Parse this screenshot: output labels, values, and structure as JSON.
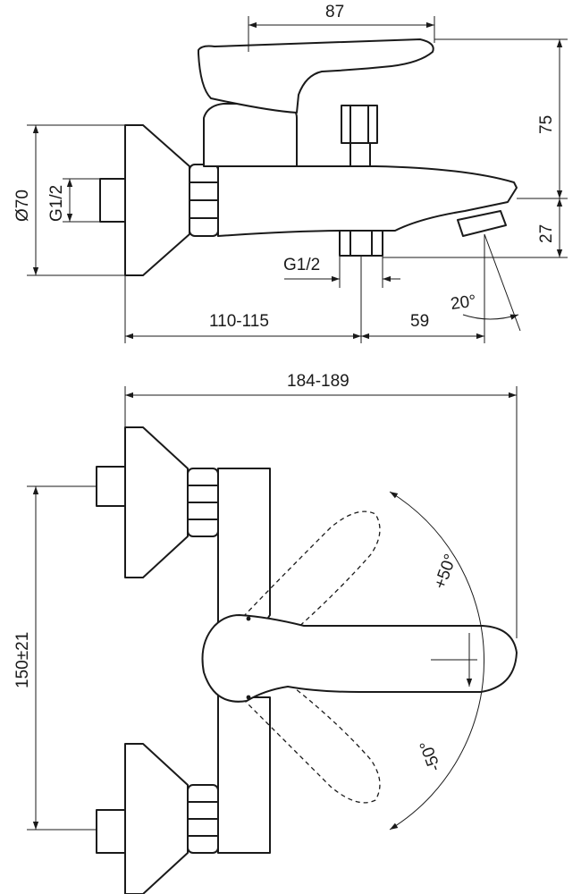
{
  "side_view": {
    "dim_lever_width": "87",
    "dim_height_lever": "75",
    "dim_outlet_drop": "27",
    "dim_diameter": "Ø70",
    "dim_inlet_thread": "G1/2",
    "dim_outlet_thread": "G1/2",
    "dim_wall_to_outlet": "110-115",
    "dim_outlet_to_tip": "59",
    "dim_angle": "20°"
  },
  "top_view": {
    "dim_total_length": "184-189",
    "dim_centers": "150±21",
    "dim_rotate_plus": "+50°",
    "dim_rotate_minus": "-50°"
  }
}
